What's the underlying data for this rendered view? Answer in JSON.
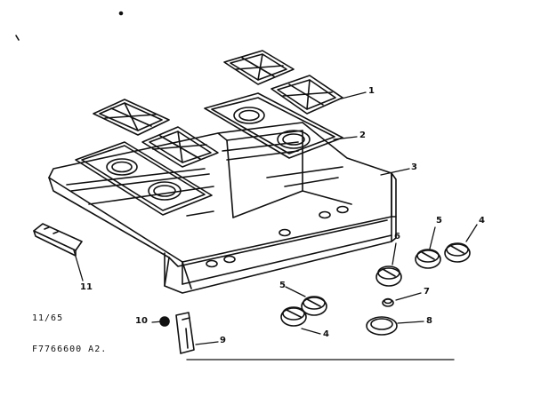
{
  "diagram": {
    "callouts": [
      "1",
      "2",
      "3",
      "6",
      "5",
      "4",
      "11",
      "5",
      "4",
      "7",
      "10",
      "9",
      "8"
    ],
    "footer": {
      "date": "11/65",
      "part_number": "F7766600 A2."
    }
  },
  "colors": {
    "line": "#111111",
    "background": "#ffffff"
  }
}
